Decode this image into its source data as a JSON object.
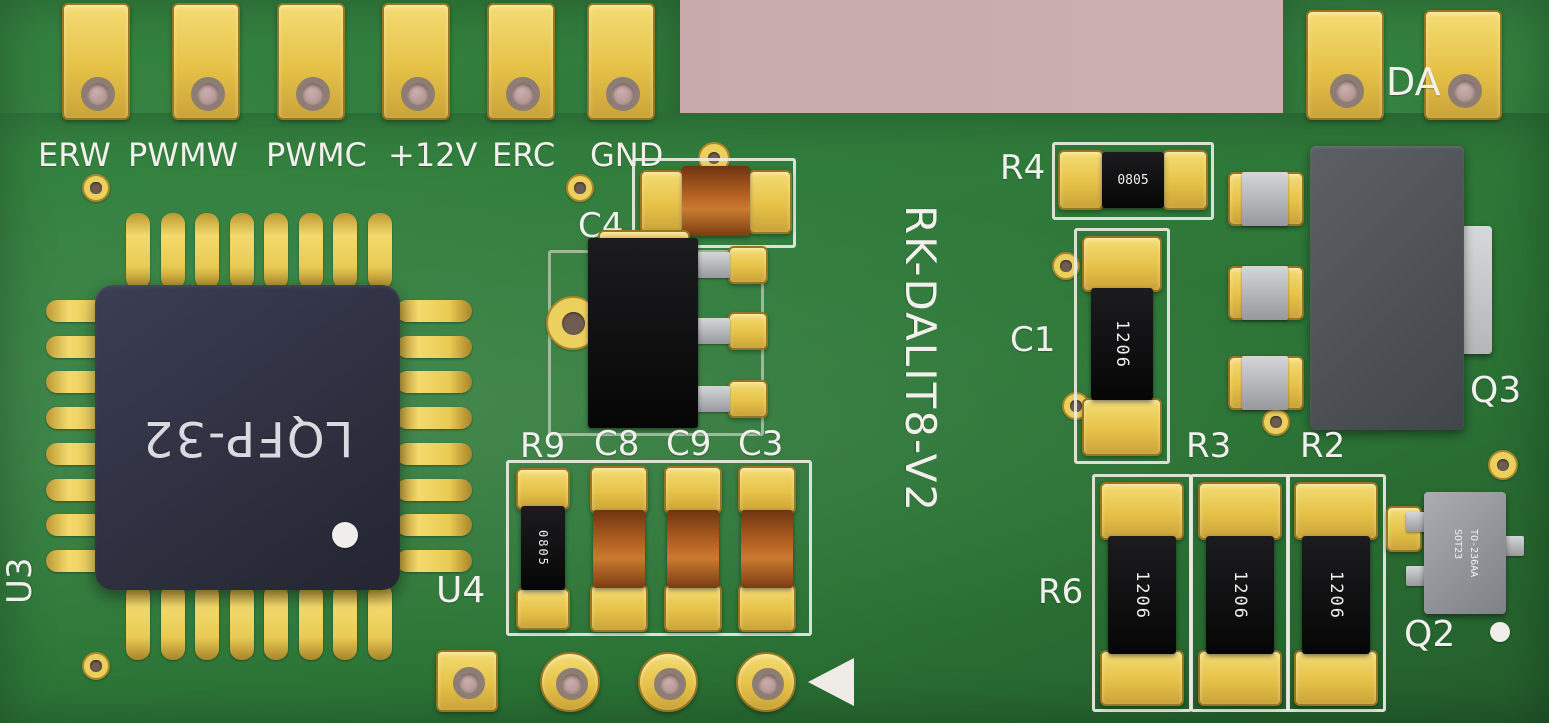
{
  "board": {
    "title": "RK-DALIT8-V2"
  },
  "connectors": {
    "labels": [
      "ERW",
      "PWMW",
      "PWMC",
      "+12V",
      "ERC",
      "GND"
    ]
  },
  "labels": {
    "da": "DA",
    "u3": "U3",
    "u4": "U4",
    "c4": "C4",
    "r9": "R9",
    "c8": "C8",
    "c9": "C9",
    "c3": "C3",
    "r4": "R4",
    "c1": "C1",
    "r3": "R3",
    "r2": "R2",
    "r6": "R6",
    "q3": "Q3",
    "q2": "Q2"
  },
  "markings": {
    "lqfp": "LQFP-32",
    "r4_code": "0805",
    "r9_code": "0805",
    "c1_code": "1206",
    "r6_code": "1206",
    "r3_code": "1206",
    "r2_code": "1206",
    "q2_line1": "SOT23",
    "q2_line2": "TO-236AA"
  },
  "colors": {
    "board_green": "#2f7d3a",
    "pad_gold": "#eecf5a",
    "background_pink": "#c8abad",
    "silkscreen_white": "#f2f0ec"
  }
}
